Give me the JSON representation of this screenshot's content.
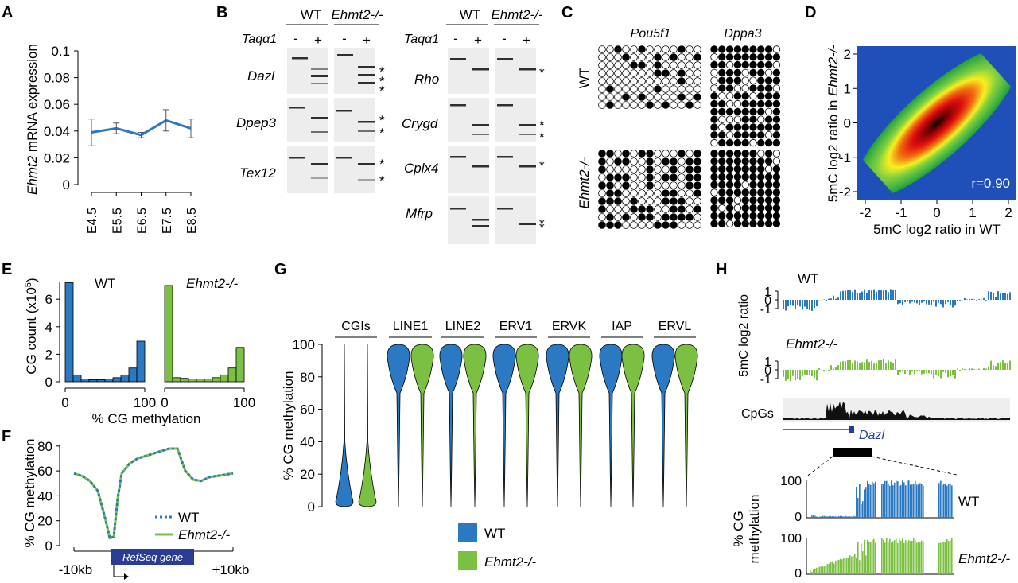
{
  "colors": {
    "wt": "#2a79c2",
    "ko": "#7cc043",
    "gel_bg": "#ededed",
    "band": "#1a1a1a",
    "dazl_track": "#1f3f9a",
    "refseq_box": "#2b3d93"
  },
  "panelA": {
    "label": "A",
    "ylabel_gene": "Ehmt2",
    "ylabel_rest": " mRNA expression",
    "chart_data": {
      "type": "line",
      "categories": [
        "E4.5",
        "E5.5",
        "E6.5",
        "E7.5",
        "E8.5"
      ],
      "values": [
        0.039,
        0.042,
        0.037,
        0.048,
        0.042
      ],
      "errors": [
        0.01,
        0.004,
        0.002,
        0.008,
        0.007
      ],
      "ylim": [
        0,
        0.1
      ],
      "yticks": [
        "0",
        "0.02",
        "0.04",
        "0.06",
        "0.08",
        "0.1"
      ]
    }
  },
  "panelB": {
    "label": "B",
    "wt": "WT",
    "ko": "Ehmt2-/-",
    "taq": "Taqα1",
    "minus": "-",
    "plus": "+",
    "star": "*",
    "genes_left": [
      "Dazl",
      "Dpep3",
      "Tex12"
    ],
    "genes_right": [
      "Rho",
      "Crygd",
      "Cplx4",
      "Mfrp"
    ]
  },
  "panelC": {
    "label": "C",
    "gene1": "Pou5f1",
    "gene2": "Dppa3",
    "row1": "WT",
    "row2": "Ehmt2-/-"
  },
  "panelD": {
    "label": "D",
    "ylabel_pre": "5mC log2 ratio in ",
    "ylabel_gene": "Ehmt2-/-",
    "xlabel": "5mC log2 ratio in WT",
    "r_label": "r=0.90",
    "ticks": [
      "-2",
      "-1",
      "0",
      "1",
      "2"
    ],
    "chart_data": {
      "type": "heatmap",
      "xlim": [
        -2,
        2
      ],
      "ylim": [
        -2,
        2
      ],
      "correlation": 0.9
    }
  },
  "panelE": {
    "label": "E",
    "ylabel": "CG count (x10",
    "ylabel_sup": "5",
    "ylabel_end": ")",
    "xlabel": "% CG methylation",
    "wt": "WT",
    "ko": "Ehmt2-/-",
    "yticks": [
      "0",
      "2",
      "4",
      "6"
    ],
    "xticks": [
      "0",
      "100"
    ],
    "chart_data": [
      {
        "type": "bar",
        "name": "WT",
        "bins": [
          "0-10",
          "10-20",
          "20-30",
          "30-40",
          "40-50",
          "50-60",
          "60-70",
          "70-80",
          "80-90",
          "90-100"
        ],
        "values": [
          7.2,
          0.5,
          0.2,
          0.15,
          0.15,
          0.2,
          0.3,
          0.5,
          1.0,
          2.95
        ],
        "ylim": [
          0,
          7.4
        ]
      },
      {
        "type": "bar",
        "name": "Ehmt2-/-",
        "bins": [
          "0-10",
          "10-20",
          "20-30",
          "30-40",
          "40-50",
          "50-60",
          "60-70",
          "70-80",
          "80-90",
          "90-100"
        ],
        "values": [
          7.0,
          0.3,
          0.25,
          0.2,
          0.2,
          0.2,
          0.3,
          0.5,
          1.0,
          2.5
        ],
        "ylim": [
          0,
          7.4
        ]
      }
    ]
  },
  "panelF": {
    "label": "F",
    "ylabel": "% CG methylation",
    "yticks": [
      "0",
      "20",
      "40",
      "60",
      "80"
    ],
    "left_tick": "-10kb",
    "right_tick": "+10kb",
    "refseq": "RefSeq gene",
    "legend_wt": "WT",
    "legend_ko": "Ehmt2-/-",
    "chart_data": {
      "type": "line",
      "x": [
        -10,
        -9,
        -8,
        -7,
        -6,
        -5.5,
        -5,
        -4.5,
        -4,
        -3,
        -2,
        -1,
        0,
        1,
        2,
        3,
        4,
        5,
        6,
        7,
        8,
        9,
        10
      ],
      "series": [
        {
          "name": "WT",
          "values": [
            58,
            56,
            52,
            44,
            20,
            6,
            7,
            38,
            58,
            66,
            70,
            72,
            74,
            76,
            78,
            78,
            60,
            53,
            52,
            55,
            56,
            57,
            58
          ]
        },
        {
          "name": "Ehmt2-/-",
          "values": [
            58,
            56,
            52,
            44,
            20,
            6,
            7,
            38,
            58,
            66,
            70,
            72,
            74,
            76,
            78,
            78,
            60,
            53,
            52,
            55,
            56,
            57,
            58
          ]
        }
      ],
      "ylim": [
        0,
        85
      ]
    }
  },
  "panelG": {
    "label": "G",
    "ylabel": "% CG methylation",
    "yticks": [
      "0",
      "20",
      "40",
      "60",
      "80",
      "100"
    ],
    "legend_wt": "WT",
    "legend_ko": "Ehmt2-/-",
    "chart_data": {
      "type": "violin",
      "categories": [
        "CGIs",
        "LINE1",
        "LINE2",
        "ERV1",
        "ERVK",
        "IAP",
        "ERVL"
      ],
      "series": [
        {
          "name": "WT"
        },
        {
          "name": "Ehmt2-/-"
        }
      ],
      "ylim": [
        0,
        100
      ],
      "modes": [
        5,
        92,
        92,
        92,
        92,
        93,
        92
      ]
    }
  },
  "panelH": {
    "label": "H",
    "wt": "WT",
    "ko": "Ehmt2-/-",
    "ratio_label": "5mC log2 ratio",
    "ticks_ratio": [
      "1",
      "0",
      "-1"
    ],
    "cpgs": "CpGs",
    "dazl": "Dazl",
    "meth_label": "% CG methylation",
    "ticks_meth": [
      "100",
      "0"
    ]
  }
}
